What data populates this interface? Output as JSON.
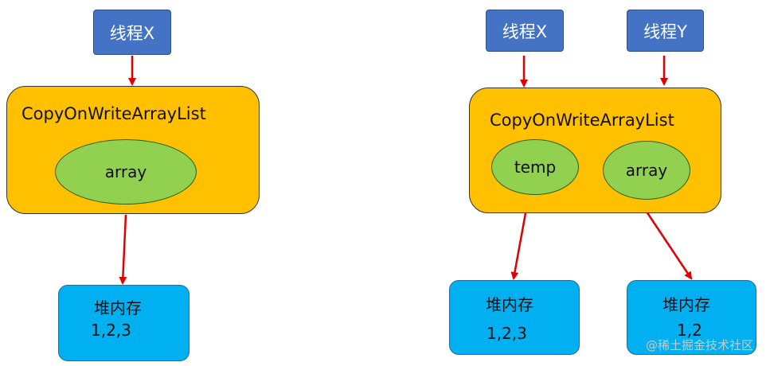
{
  "left": {
    "thread": "线程X",
    "container": "CopyOnWriteArrayList",
    "array": "array",
    "heap_title": "堆内存",
    "heap_values": "1,2,3"
  },
  "right": {
    "thread_x": "线程X",
    "thread_y": "线程Y",
    "container": "CopyOnWriteArrayList",
    "temp": "temp",
    "array": "array",
    "heap1_title": "堆内存",
    "heap1_values": "1,2,3",
    "heap2_title": "堆内存",
    "heap2_values": "1,2"
  },
  "watermark": "@稀土掘金技术社区",
  "colors": {
    "thread": "#4472c4",
    "container": "#ffc000",
    "ellipse": "#92d050",
    "heap": "#00b0f0",
    "arrow": "#e00000"
  }
}
